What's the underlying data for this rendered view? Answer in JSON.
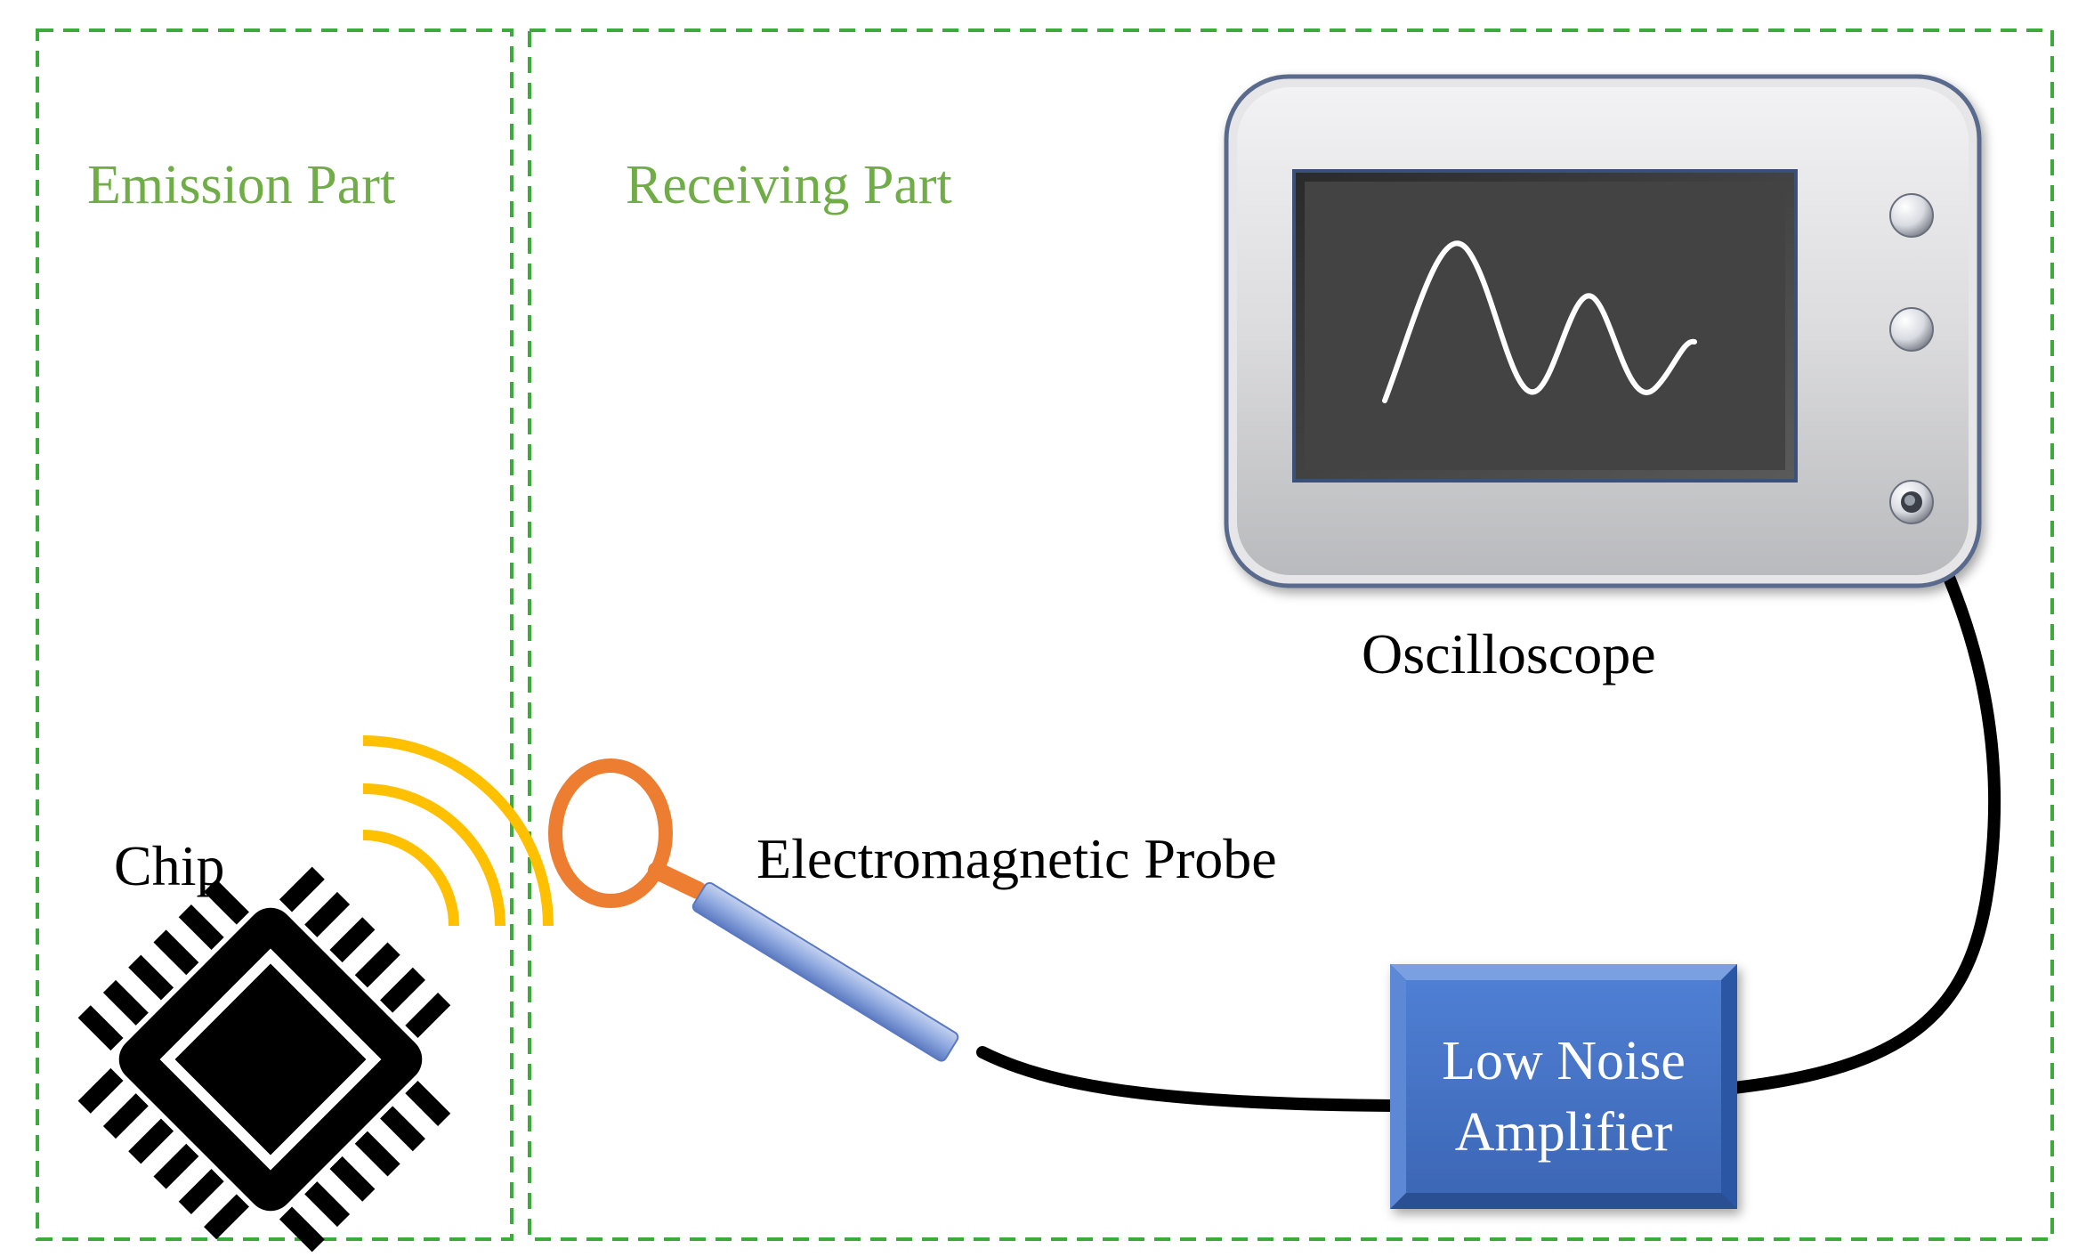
{
  "sections": {
    "emission": {
      "title": "Emission Part"
    },
    "receiving": {
      "title": "Receiving Part"
    }
  },
  "components": {
    "chip": {
      "label": "Chip"
    },
    "probe": {
      "label": "Electromagnetic Probe"
    },
    "oscilloscope": {
      "label": "Oscilloscope"
    },
    "amplifier": {
      "label_line1": "Low Noise",
      "label_line2": "Amplifier"
    }
  },
  "colors": {
    "section_border": "#3cab3c",
    "section_title": "#70ad47",
    "signal_waves": "#ffc000",
    "probe_loop": "#ed7d31",
    "probe_handle": "#8fa9e0",
    "amplifier_fill": "#4472c4",
    "oscilloscope_body": "#dcdcde",
    "oscilloscope_screen": "#404040",
    "cable": "#000000"
  }
}
